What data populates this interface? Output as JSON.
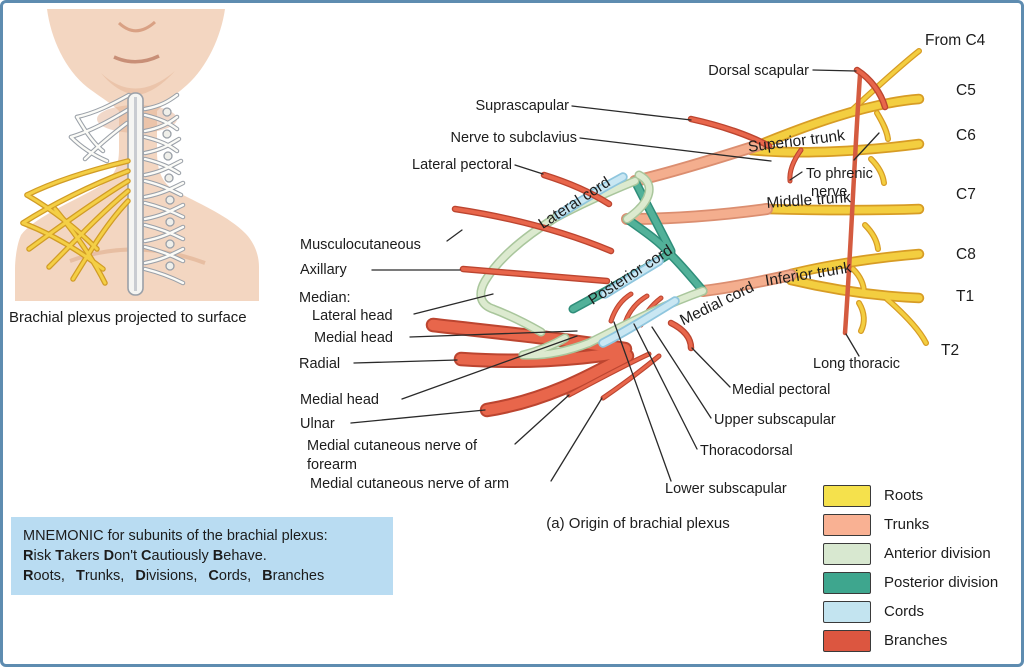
{
  "palette": {
    "frame_border": "#5E8CB0",
    "mnemonic_bg": "#B9DCF2",
    "text": "#1C1C1C",
    "leader": "#2A2A2A",
    "legend_roots": "#F5E14C",
    "legend_trunks": "#F9B193",
    "legend_anterior": "#D8E8D0",
    "legend_posterior": "#3EA68E",
    "legend_cords": "#C3E4F0",
    "legend_branches": "#DC5640",
    "roots_outer": "#D79C25",
    "roots_inner": "#F3CE40",
    "trunks_outer": "#DB8E70",
    "trunks_inner": "#F4AE8E",
    "ant_outer": "#A9C69C",
    "ant_inner": "#DCEACF",
    "post_outer": "#2F8E7A",
    "post_inner": "#52B199",
    "cord_outer": "#8FC6DE",
    "cord_inner": "#C9E7F3",
    "br_outer": "#BC4530",
    "br_inner": "#E8664B",
    "long_thoracic": "#D45B40"
  },
  "inset": {
    "caption": "Brachial plexus projected to surface"
  },
  "diagram": {
    "caption": "(a) Origin of brachial plexus",
    "labels": {
      "from_c4": "From C4",
      "c5": "C5",
      "c6": "C6",
      "c7": "C7",
      "c8": "C8",
      "t1": "T1",
      "t2": "T2",
      "dorsal_scapular": "Dorsal scapular",
      "suprascapular": "Suprascapular",
      "nerve_to_subclavius": "Nerve to subclavius",
      "lateral_pectoral": "Lateral pectoral",
      "to_phrenic_1": "To phrenic",
      "to_phrenic_2": "nerve",
      "superior_trunk": "Superior trunk",
      "middle_trunk": "Middle trunk",
      "inferior_trunk": "Inferior trunk",
      "lateral_cord": "Lateral cord",
      "posterior_cord": "Posterior cord",
      "medial_cord": "Medial cord",
      "long_thoracic": "Long thoracic",
      "musculocutaneous": "Musculocutaneous",
      "axillary": "Axillary",
      "median": "Median:",
      "lateral_head": "Lateral head",
      "medial_head_1": "Medial head",
      "radial": "Radial",
      "medial_head_2": "Medial head",
      "ulnar": "Ulnar",
      "mcn_forearm_1": "Medial cutaneous nerve of",
      "mcn_forearm_2": "forearm",
      "mcn_arm": "Medial cutaneous nerve of arm",
      "medial_pectoral": "Medial pectoral",
      "upper_subscapular": "Upper subscapular",
      "thoracodorsal": "Thoracodorsal",
      "lower_subscapular": "Lower subscapular"
    }
  },
  "legend": {
    "items": [
      {
        "label": "Roots",
        "color": "#F5E14C"
      },
      {
        "label": "Trunks",
        "color": "#F9B193"
      },
      {
        "label": "Anterior division",
        "color": "#D8E8D0"
      },
      {
        "label": "Posterior division",
        "color": "#3EA68E"
      },
      {
        "label": "Cords",
        "color": "#C3E4F0"
      },
      {
        "label": "Branches",
        "color": "#DC5640"
      }
    ]
  },
  "mnemonic": {
    "title": "MNEMONIC for subunits of the brachial plexus:",
    "line2": [
      {
        "t": "R",
        "b": 1
      },
      {
        "t": "isk ",
        "b": 0
      },
      {
        "t": "T",
        "b": 1
      },
      {
        "t": "akers ",
        "b": 0
      },
      {
        "t": "D",
        "b": 1
      },
      {
        "t": "on't ",
        "b": 0
      },
      {
        "t": "C",
        "b": 1
      },
      {
        "t": "autiously ",
        "b": 0
      },
      {
        "t": "B",
        "b": 1
      },
      {
        "t": "ehave.",
        "b": 0
      }
    ],
    "line3": [
      {
        "t": "R",
        "b": 1
      },
      {
        "t": "oots, ",
        "b": 0
      },
      {
        "t": "T",
        "b": 1
      },
      {
        "t": "runks, ",
        "b": 0
      },
      {
        "t": "D",
        "b": 1
      },
      {
        "t": "ivisions, ",
        "b": 0
      },
      {
        "t": "C",
        "b": 1
      },
      {
        "t": "ords, ",
        "b": 0
      },
      {
        "t": "B",
        "b": 1
      },
      {
        "t": "ranches",
        "b": 0
      }
    ]
  }
}
